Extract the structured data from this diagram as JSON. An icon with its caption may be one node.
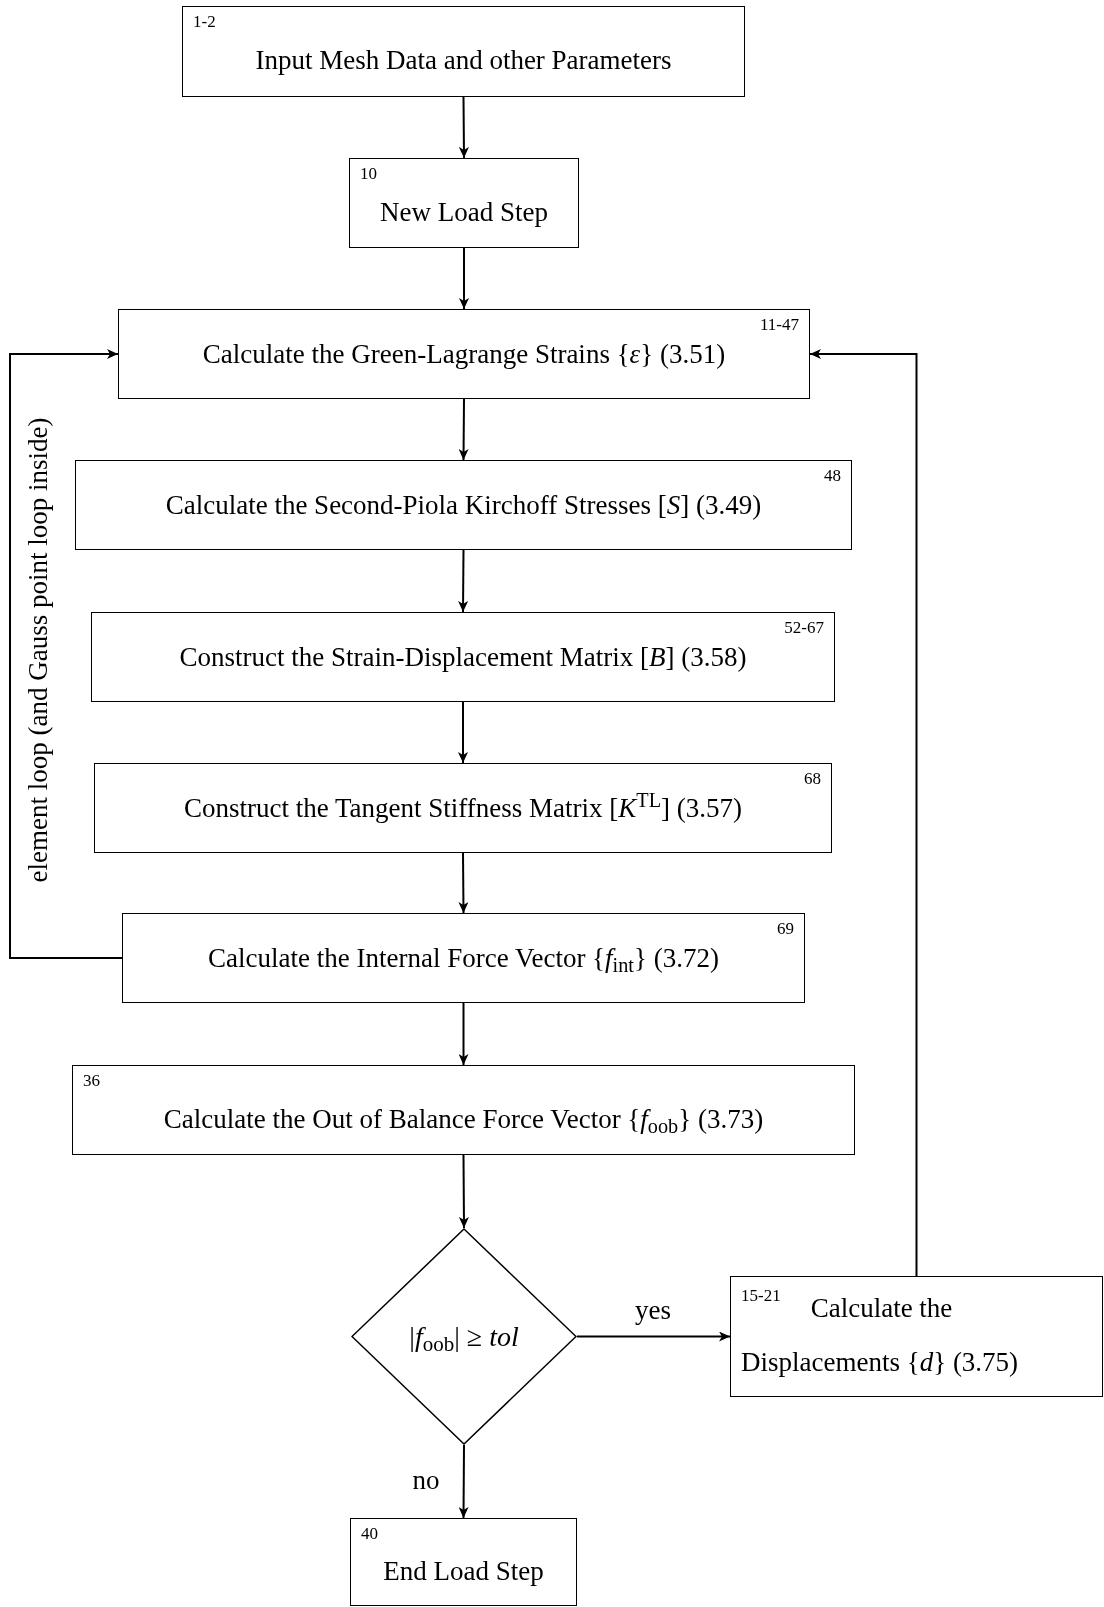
{
  "diagram": {
    "nodes": [
      {
        "text": [
          "1-2",
          "Input Mesh Data and other Parameters"
        ]
      },
      {
        "text": [
          "10",
          "New Load Step"
        ]
      },
      {
        "text": [
          "11-47",
          "Calculate the Green-Lagrange Strains {*ε*} (3.51)"
        ]
      },
      {
        "text": [
          "48",
          "Calculate the Second-Piola Kirchoff Stresses [*S*] (3.49)"
        ]
      },
      {
        "text": [
          "52-67",
          "Construct the Strain-Displacement Matrix [*B*] (3.58)"
        ]
      },
      {
        "text": [
          "68",
          "Construct the Tangent Stiffness Matrix [*K*$^{TL}$] (3.57)"
        ]
      },
      {
        "text": [
          "69",
          "Calculate the Internal Force Vector {*f*$_{int}$} (3.72)"
        ]
      },
      {
        "text": [
          "36",
          "Calculate the Out of Balance Force Vector {*f*$_{oob}$} (3.73)"
        ]
      },
      {
        "text": [
          "|*f*$_{oob}$| ≥ *tol*"
        ]
      },
      {
        "text": [
          "15-21",
          "Calculate the Displacements {*d*} (3.75)"
        ]
      },
      {
        "text": [
          "40",
          "End Load Step"
        ]
      }
    ],
    "edges": [
      {
        "from": 0,
        "to": 1,
        "arrow": "to"
      },
      {
        "from": 1,
        "to": 2,
        "arrow": "to"
      },
      {
        "from": 2,
        "to": 3,
        "arrow": "to"
      },
      {
        "from": 3,
        "to": 4,
        "arrow": "to"
      },
      {
        "from": 4,
        "to": 5,
        "arrow": "to"
      },
      {
        "from": 5,
        "to": 6,
        "arrow": "to"
      },
      {
        "from": 6,
        "to": 2,
        "arrow": "to",
        "label": "element loop (and Gauss point loop inside)"
      },
      {
        "from": 6,
        "to": 7,
        "arrow": "to"
      },
      {
        "from": 7,
        "to": 8,
        "arrow": "to"
      },
      {
        "from": 8,
        "to": 9,
        "arrow": "to",
        "label": "yes"
      },
      {
        "from": 9,
        "to": 2,
        "arrow": "to"
      },
      {
        "from": 8,
        "to": 10,
        "arrow": "to",
        "label": "no"
      }
    ]
  }
}
